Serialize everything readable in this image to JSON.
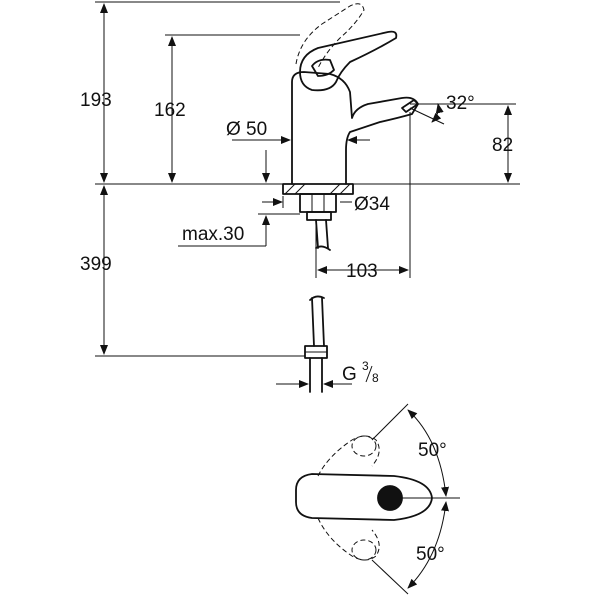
{
  "drawing": {
    "dimensions": {
      "total_height": "193",
      "spout_height": "162",
      "body_diameter": "Ø 50",
      "spout_angle": "32°",
      "outlet_height": "82",
      "hole_diameter": "Ø34",
      "max_thickness": "max.30",
      "hose_length": "399",
      "reach": "103",
      "thread_main": "G",
      "thread_num": "3",
      "thread_den": "8",
      "lever_angle_top": "50°",
      "lever_angle_bottom": "50°"
    }
  }
}
